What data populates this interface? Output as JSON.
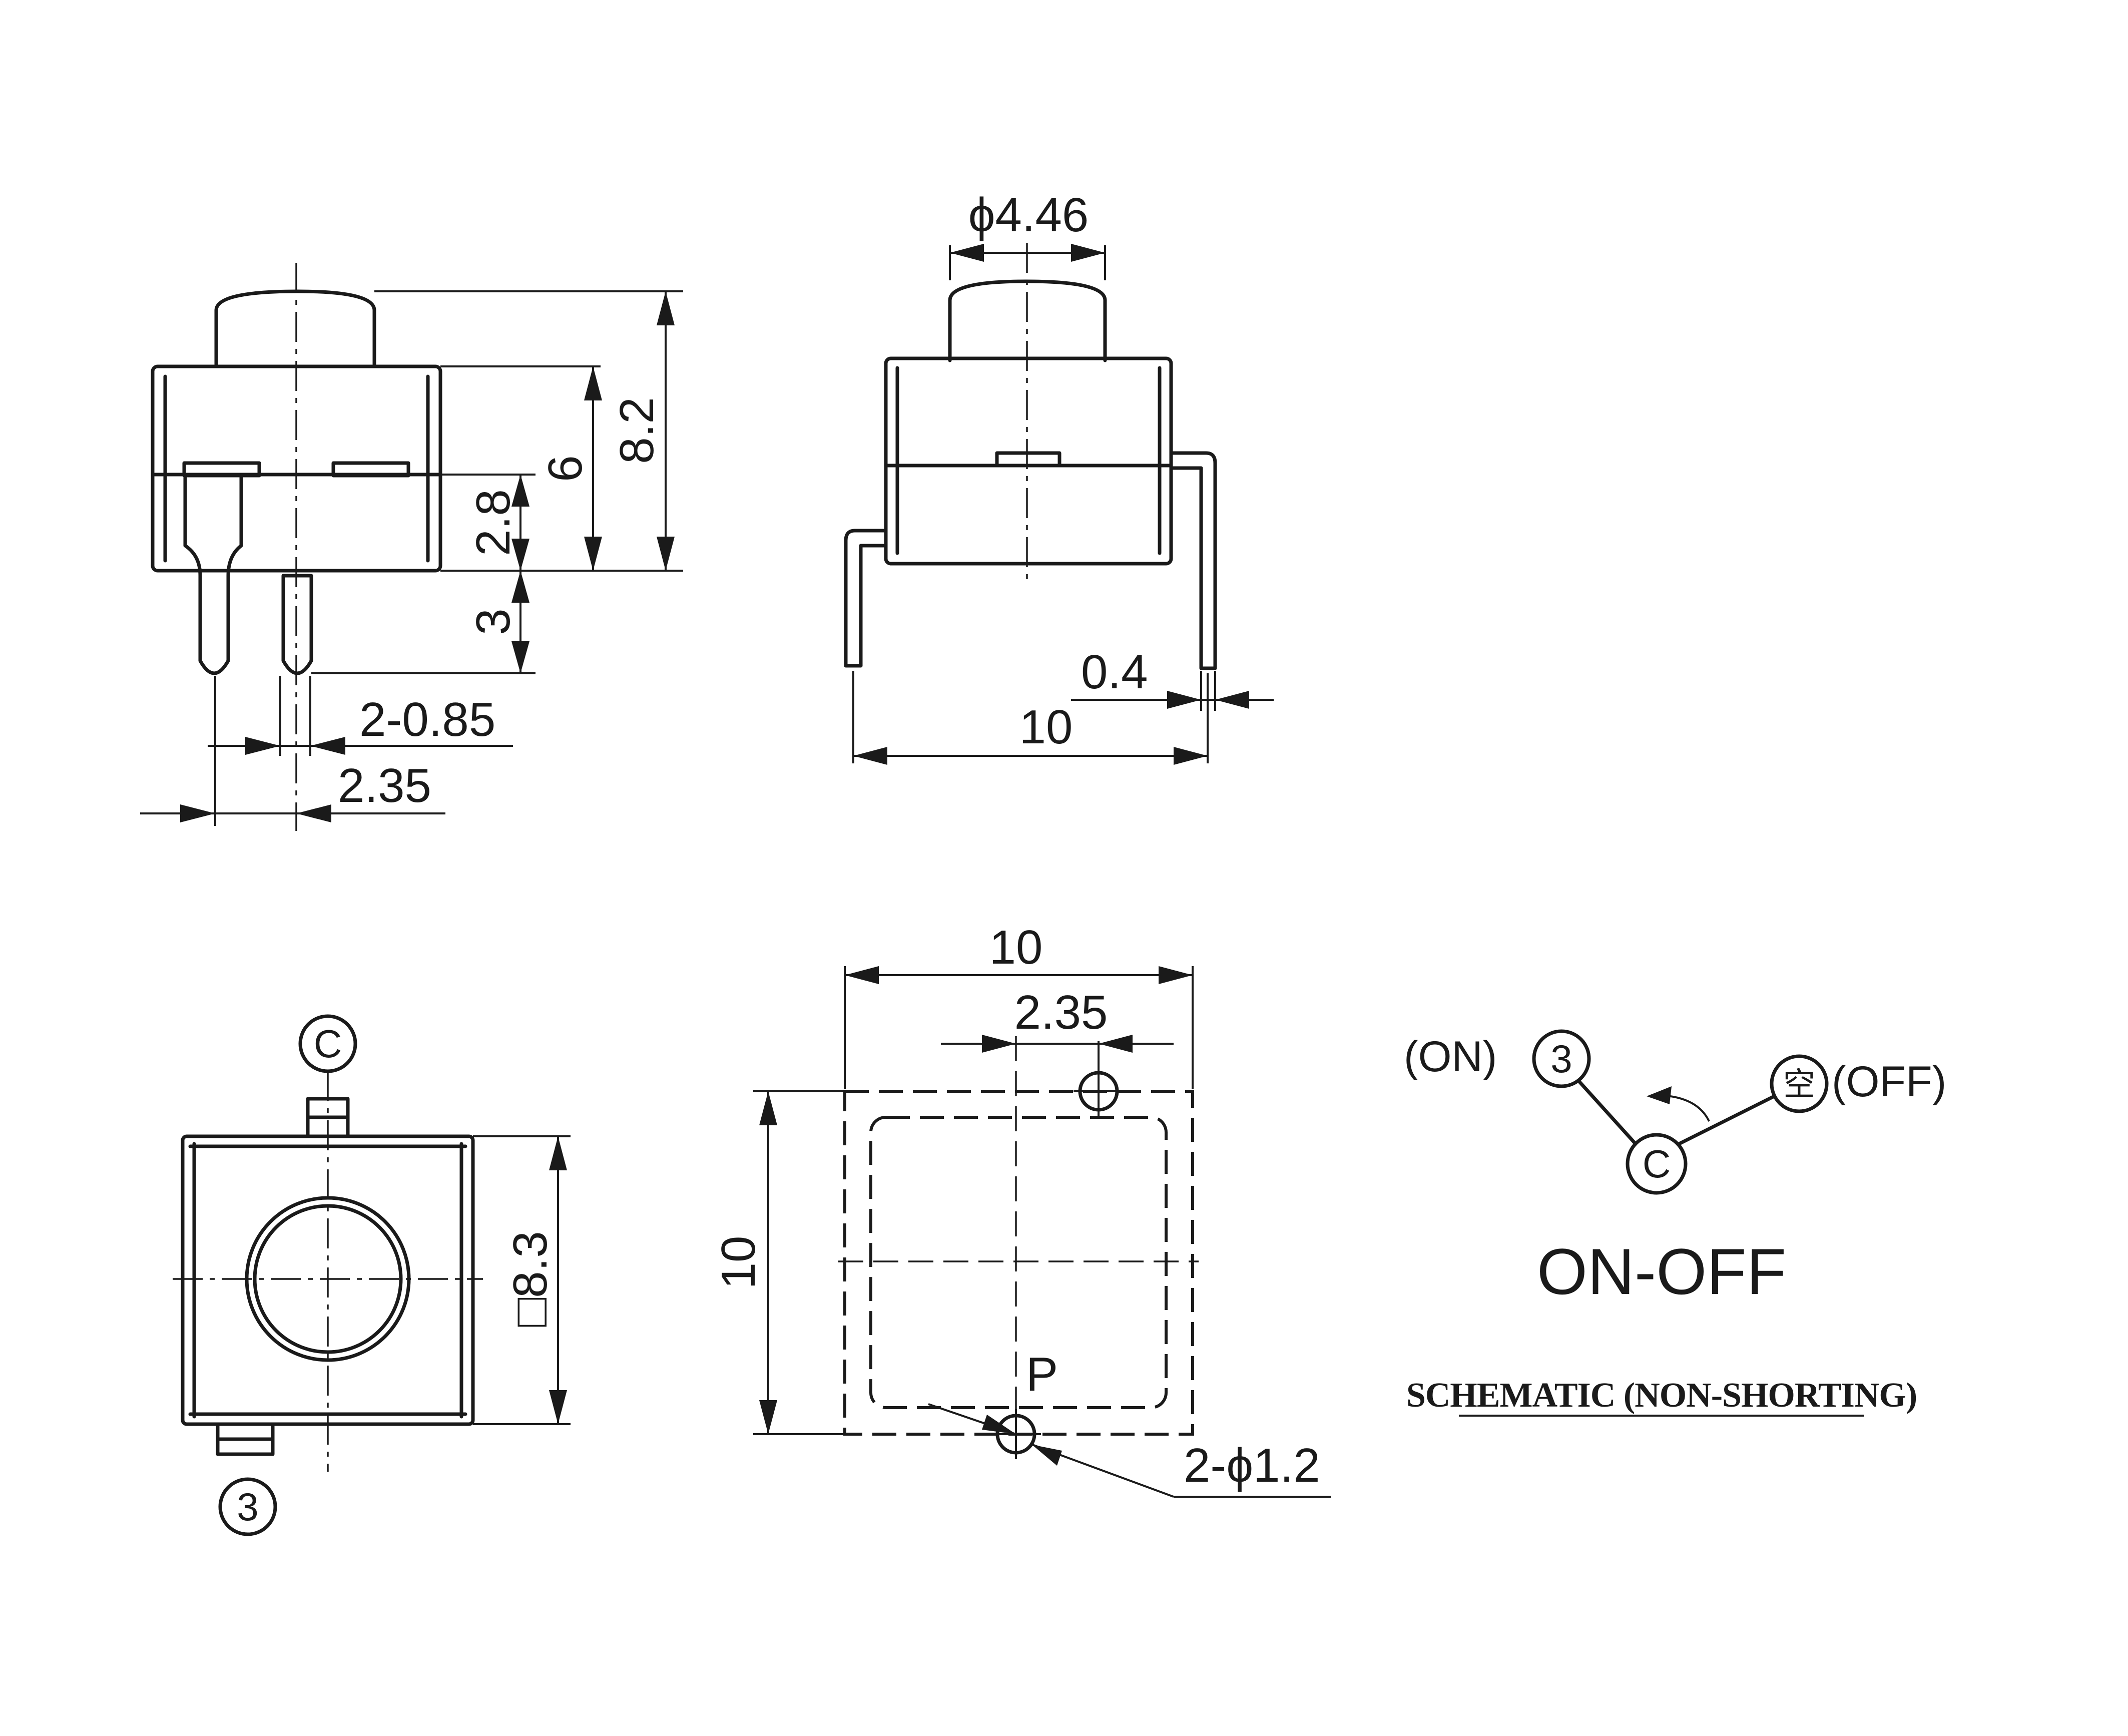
{
  "side_view": {
    "dim_height_total": "8.2",
    "dim_body_height": "6",
    "dim_pin_offset": "2.8",
    "dim_pin_length": "3",
    "dim_pin_width": "2-0.85",
    "dim_pin_pitch": "2.35"
  },
  "front_view": {
    "dim_button_diameter": "ϕ4.46",
    "dim_lead_thickness": "0.4",
    "dim_width": "10"
  },
  "top_view": {
    "terminal_common": "C",
    "terminal_on": "3",
    "dim_body_square": "□8.3"
  },
  "pcb_layout": {
    "dim_width": "10",
    "dim_hole_offset": "2.35",
    "dim_height": "10",
    "label_p": "P",
    "dim_holes": "2-ϕ1.2"
  },
  "schematic": {
    "label_on": "(ON)",
    "terminal_on": "3",
    "label_off": "(OFF)",
    "terminal_off": "空",
    "terminal_common": "C",
    "title": "ON-OFF",
    "caption": "SCHEMATIC (NON-SHORTING)"
  }
}
